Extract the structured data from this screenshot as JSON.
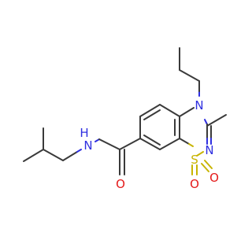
{
  "atoms": {
    "amide_nitrogen": "N",
    "amide_hydrogen": "H",
    "carbonyl_oxygen": "O",
    "ring_nitrogen_4": "N",
    "ring_nitrogen_2": "N",
    "sulfur": "S",
    "sulfonyl_oxygen_1": "O",
    "sulfonyl_oxygen_2": "O"
  },
  "colors": {
    "carbon_bond": "#3a3a3a",
    "nitrogen": "#2f2fe0",
    "oxygen": "#e41a1a",
    "sulfur": "#c8b400"
  }
}
